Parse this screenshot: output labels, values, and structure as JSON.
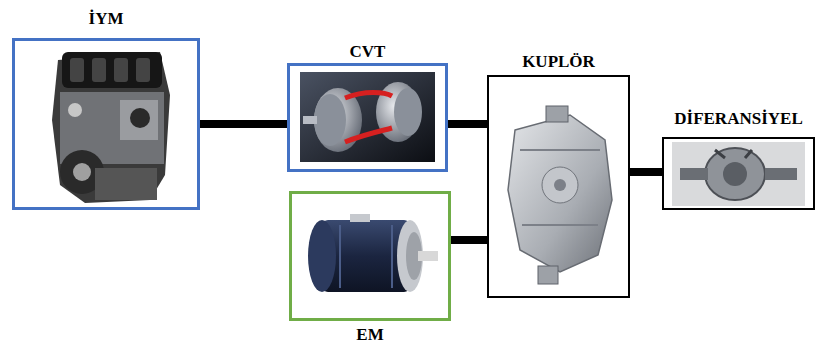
{
  "diagram": {
    "nodes": [
      {
        "text": [
          "İYM"
        ]
      },
      {
        "text": [
          "CVT"
        ]
      },
      {
        "text": [
          "EM"
        ]
      },
      {
        "text": [
          "KUPLÖR"
        ]
      },
      {
        "text": [
          "DİFERANSİYEL"
        ]
      }
    ],
    "edges": [
      {
        "from": 0,
        "to": 1,
        "arrow": "none"
      },
      {
        "from": 1,
        "to": 3,
        "arrow": "none"
      },
      {
        "from": 2,
        "to": 3,
        "arrow": "none"
      },
      {
        "from": 3,
        "to": 4,
        "arrow": "none"
      }
    ]
  }
}
